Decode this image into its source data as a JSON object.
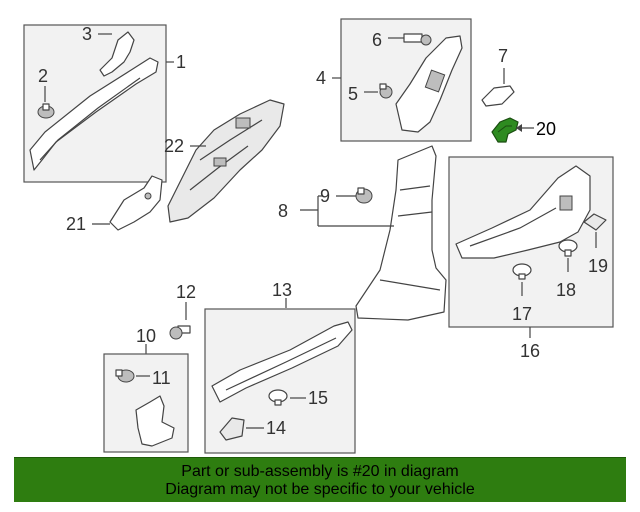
{
  "diagram": {
    "callouts": [
      "1",
      "2",
      "3",
      "4",
      "5",
      "6",
      "7",
      "8",
      "9",
      "10",
      "11",
      "12",
      "13",
      "14",
      "15",
      "16",
      "17",
      "18",
      "19",
      "20",
      "21",
      "22"
    ],
    "highlight_part": "20",
    "highlight_color": "#2e8b20"
  },
  "banner": {
    "line1": "Part or sub-assembly is #20 in diagram",
    "line2": "Diagram may not be specific to your vehicle",
    "background": "#2e7d10"
  }
}
